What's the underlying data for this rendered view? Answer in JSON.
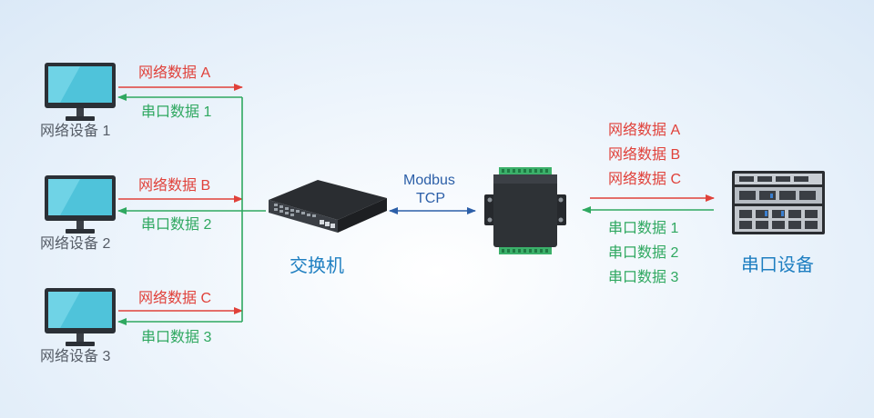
{
  "computers": [
    {
      "name": "网络设备 1",
      "data_out": "网络数据 A",
      "data_in": "串口数据 1"
    },
    {
      "name": "网络设备 2",
      "data_out": "网络数据 B",
      "data_in": "串口数据 2"
    },
    {
      "name": "网络设备 3",
      "data_out": "网络数据 C",
      "data_in": "串口数据 3"
    }
  ],
  "switch": {
    "label": "交换机"
  },
  "link": {
    "protocol_line1": "Modbus",
    "protocol_line2": "TCP"
  },
  "gateway": {
    "label": ""
  },
  "right_flow": {
    "network_data": [
      "网络数据 A",
      "网络数据 B",
      "网络数据 C"
    ],
    "serial_data": [
      "串口数据 1",
      "串口数据 2",
      "串口数据 3"
    ]
  },
  "serial_device": {
    "label": "串口设备"
  },
  "colors": {
    "network": "#e0413a",
    "serial": "#2fa860",
    "link": "#2c5fa8",
    "label_blue": "#1f7fc1"
  }
}
